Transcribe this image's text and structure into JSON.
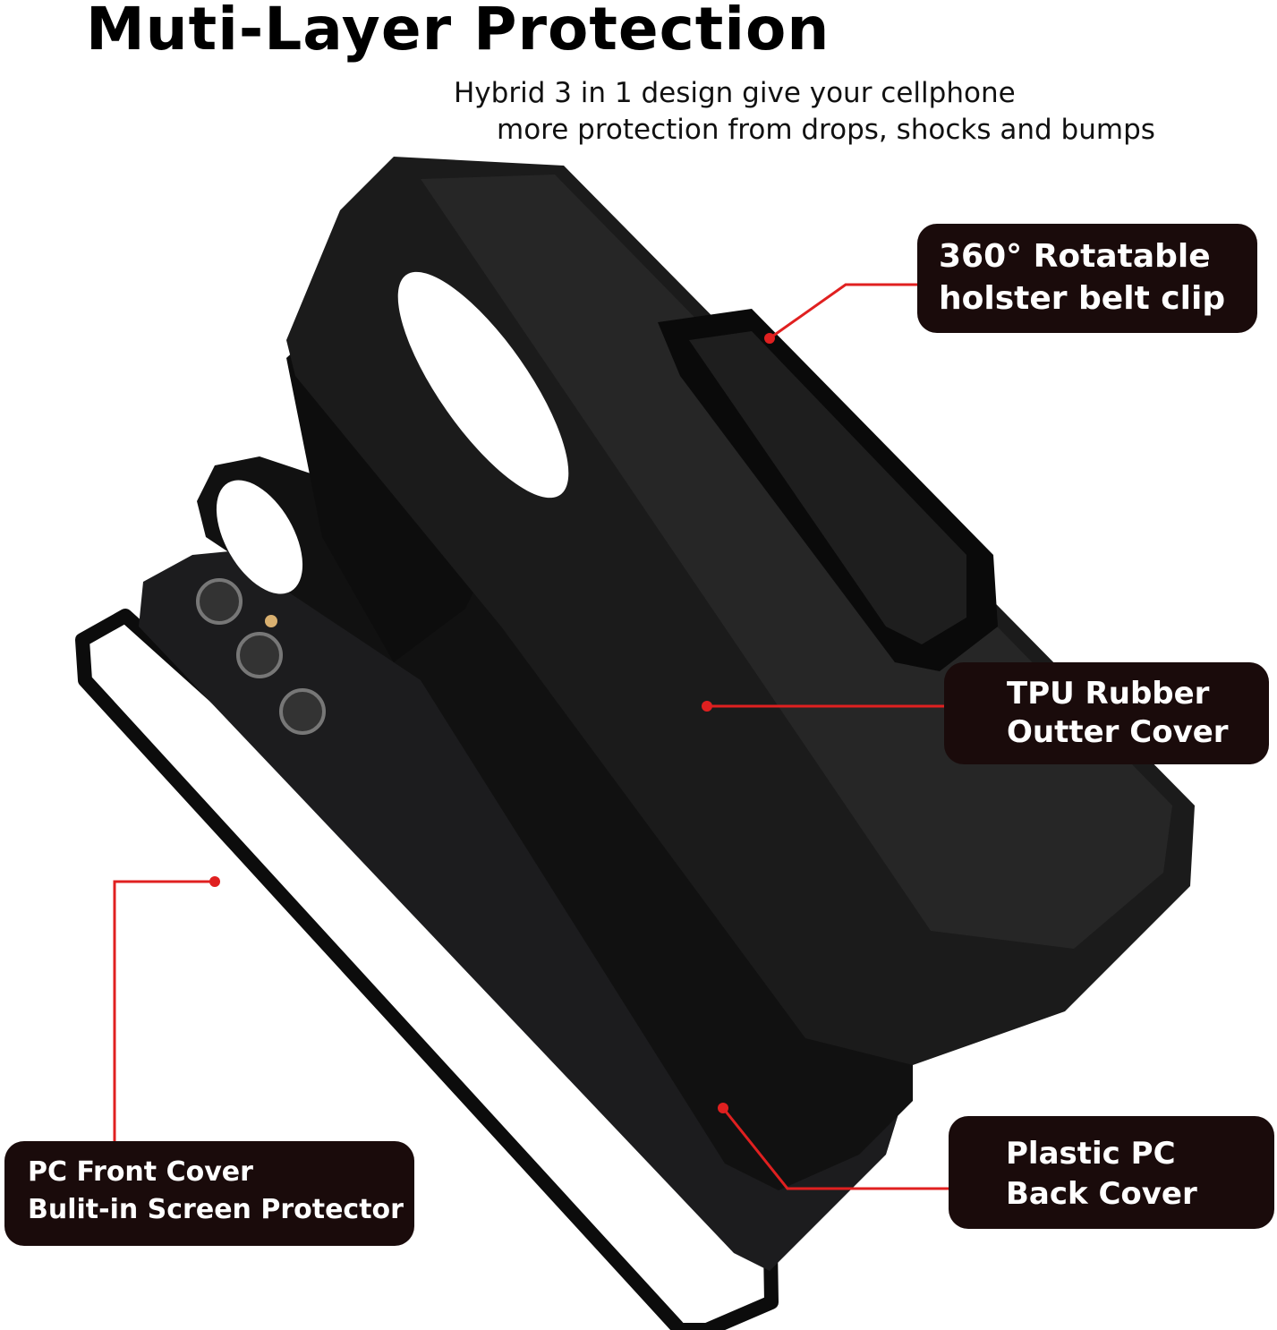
{
  "header": {
    "title": "Muti-Layer Protection",
    "subtitle_line1": "Hybrid 3 in 1 design give your cellphone",
    "subtitle_line2": "more protection from drops, shocks and bumps"
  },
  "callouts": [
    {
      "line1": "360° Rotatable",
      "line2": "holster belt clip"
    },
    {
      "line1": "TPU Rubber",
      "line2": "Outter Cover"
    },
    {
      "line1": "PC Front Cover",
      "line2": "Bulit-in Screen Protector"
    },
    {
      "line1": "Plastic PC",
      "line2": "Back Cover"
    }
  ],
  "colors": {
    "accent_line": "#e02020",
    "label_bg": "#1a0b0b",
    "label_text": "#ffffff"
  }
}
